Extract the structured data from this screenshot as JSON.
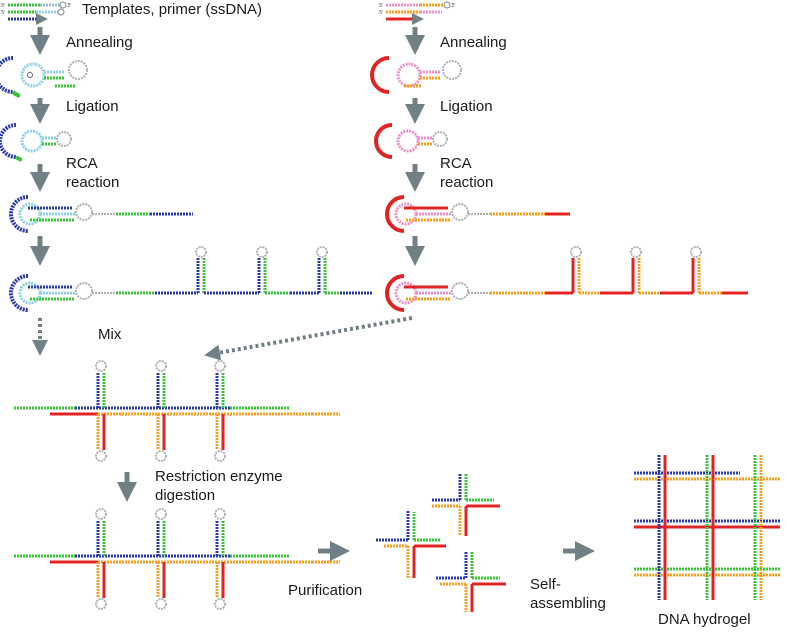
{
  "labels": {
    "templates": "Templates, primer (ssDNA)",
    "annealing_left": "Annealing",
    "annealing_right": "Annealing",
    "ligation_left": "Ligation",
    "ligation_right": "Ligation",
    "rca_left_1": "RCA",
    "rca_left_2": "reaction",
    "rca_right_1": "RCA",
    "rca_right_2": "reaction",
    "mix": "Mix",
    "restriction_1": "Restriction enzyme",
    "restriction_2": "digestion",
    "purification": "Purification",
    "self_1": "Self-",
    "self_2": "assembling",
    "hydrogel": "DNA hydrogel"
  },
  "strand_end_marks": {
    "five_prime": "5'",
    "three_prime": "3'"
  },
  "colors": {
    "green": "#38c438",
    "blue": "#2a3aa8",
    "light_blue": "#8fd0e8",
    "red": "#e02424",
    "orange": "#f5a020",
    "pink": "#ec90c8",
    "gray_loop": "#b0b0b0",
    "arrow": "#708085"
  }
}
